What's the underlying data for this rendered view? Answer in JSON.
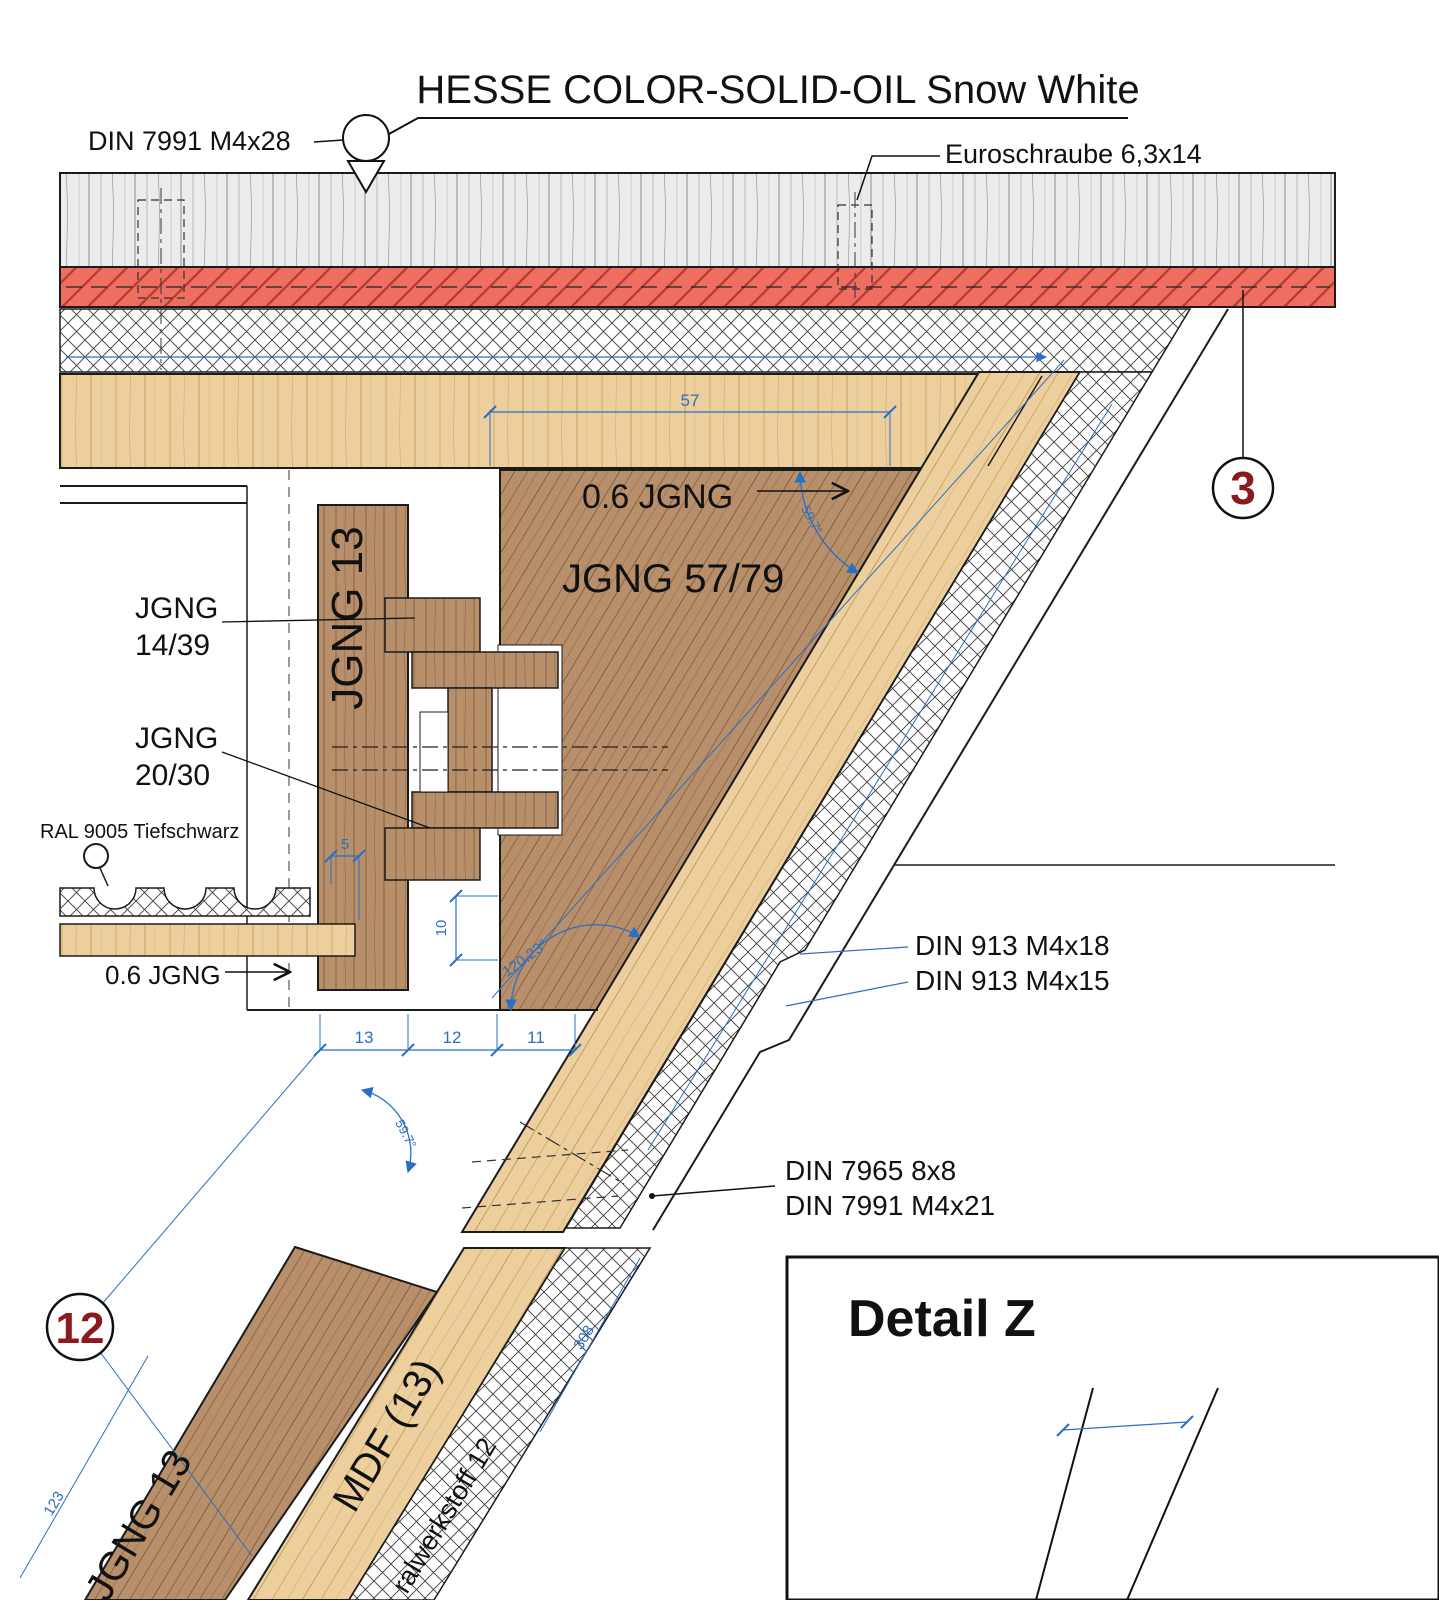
{
  "drawing": {
    "title": "HESSE COLOR-SOLID-OIL Snow White",
    "detail_title": "Detail Z",
    "callouts": {
      "c3": "3",
      "c12": "12"
    },
    "fasteners": {
      "din7991_m4x28": "DIN 7991 M4x28",
      "euroschraube": "Euroschraube 6,3x14",
      "din913_m4x18": "DIN 913 M4x18",
      "din913_m4x15": "DIN 913 M4x15",
      "din7965_8x8": "DIN 7965 8x8",
      "din7991_m4x21": "DIN 7991 M4x21"
    },
    "materials": {
      "finish_ral": "RAL 9005 Tiefschwarz",
      "jgng_06_top": "0.6 JGNG",
      "jgng_06_bottom": "0.6 JGNG",
      "jgng_57_79": "JGNG 57/79",
      "jgng_13_vertical": "JGNG 13",
      "jgng_14_39_line1": "JGNG",
      "jgng_14_39_line2": "14/39",
      "jgng_20_30_line1": "JGNG",
      "jgng_20_30_line2": "20/30",
      "jgng_13_board": "JGNG 13",
      "mdf_13": "MDF (13)",
      "mineralwerkstoff_12": "ralwerkstoff 12"
    },
    "dimensions": {
      "w57": "57",
      "w5": "5",
      "w10": "10",
      "w13": "13",
      "w12": "12",
      "w11": "11",
      "angle_top": "59.7°",
      "angle_mid": "120.23°",
      "angle_bottom": "59.7°",
      "len123": "123",
      "len308": "308"
    },
    "colors": {
      "red_layer": "#ee6f62",
      "dimension_blue": "#2a6fc4",
      "callout_red": "#8a1a1c",
      "wood_tan": "#eccf9d",
      "wood_brown": "#b78f6b",
      "wood_gray": "#ececec"
    }
  }
}
